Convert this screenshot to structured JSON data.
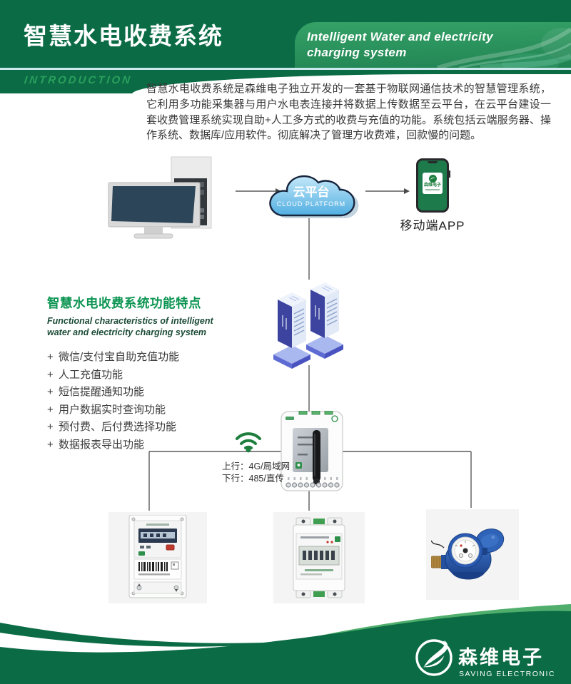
{
  "header": {
    "title": "智慧水电收费系统",
    "subtitle_line1": "Intelligent Water and electricity",
    "subtitle_line2": "charging system"
  },
  "intro": {
    "label": "INTRODUCTION",
    "paragraph": "智慧水电收费系统是森维电子独立开发的一套基于物联网通信技术的智慧管理系统，它利用多功能采集器与用户水电表连接并将数据上传数据至云平台，在云平台建设一套收费管理系统实现自助+人工多方式的收费与充值的功能。系统包括云端服务器、操作系统、数据库/应用软件。彻底解决了管理方收费难，回款慢的问题。"
  },
  "diagram": {
    "cloud": {
      "title": "云平台",
      "subtitle": "CLOUD PLATFORM"
    },
    "phone": {
      "logo_text": "森维电子",
      "label": "移动端APP"
    },
    "gateway": {
      "uplink": "上行：4G/局域网",
      "downlink": "下行：485/直传"
    }
  },
  "features": {
    "title": "智慧水电收费系统功能特点",
    "subtitle_line1": "Functional characteristics of intelligent",
    "subtitle_line2": "water and electricity charging system",
    "marker": "+",
    "items": [
      "微信/支付宝自助充值功能",
      "人工充值功能",
      "短信提醒通知功能",
      "用户数据实时查询功能",
      "预付费、后付费选择功能",
      "数据报表导出功能"
    ]
  },
  "footer": {
    "brand": "森维电子",
    "brand_en": "SAVING ELECTRONIC"
  },
  "colors": {
    "brand_green": "#0a6b45",
    "panel_green": "#2f9c62",
    "accent_green": "#2ba05c",
    "feature_green": "#0c9552",
    "wifi_green": "#1e7e3e",
    "cloud_blue": "#56b1e3",
    "footer_light_green": "#4fae6c"
  }
}
